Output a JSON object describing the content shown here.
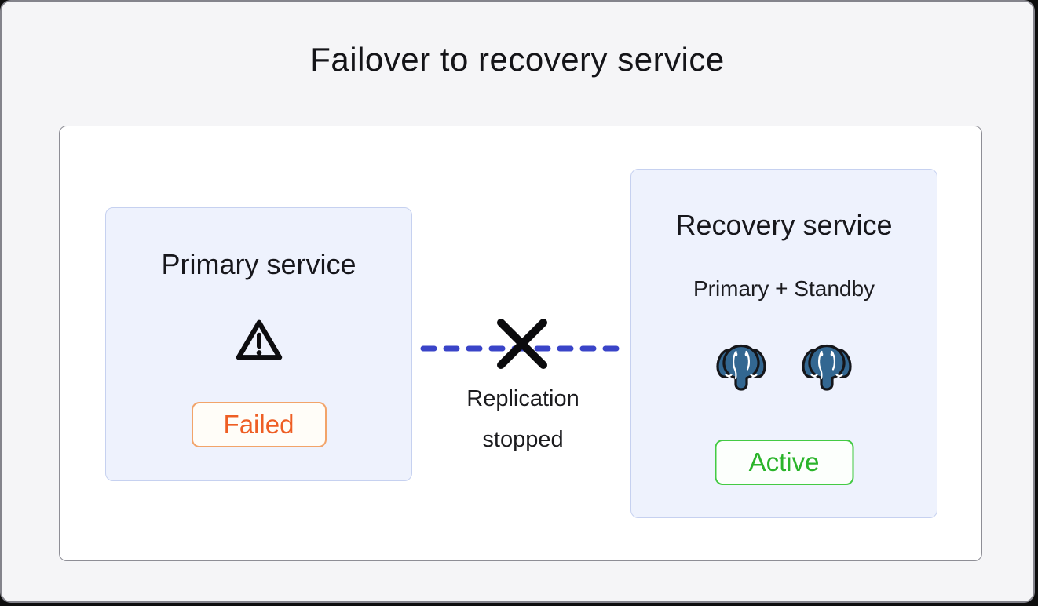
{
  "diagram": {
    "title": "Failover to recovery service"
  },
  "primary_box": {
    "title": "Primary service",
    "status_label": "Failed"
  },
  "connector": {
    "label": "Replication stopped"
  },
  "recovery_box": {
    "title": "Recovery service",
    "subtitle": "Primary + Standby",
    "status_label": "Active"
  },
  "icons": {
    "warning": "warning-triangle-icon",
    "cross": "replication-stopped-x-icon",
    "database": "postgresql-elephant-icon"
  },
  "colors": {
    "failed_text": "#ee5e24",
    "failed_border": "#f2a46a",
    "failed_bg": "#fffdf8",
    "active_text": "#2ab42a",
    "active_border": "#44ca44",
    "active_bg": "#fcfffc",
    "dash_line": "#3a44c8",
    "cross_black": "#0b0b0d",
    "node_bg": "#eef2fd",
    "node_border": "#c6d1f0",
    "frame_bg": "#f5f5f7",
    "panel_bg": "#ffffff",
    "postgres_blue": "#336791"
  }
}
